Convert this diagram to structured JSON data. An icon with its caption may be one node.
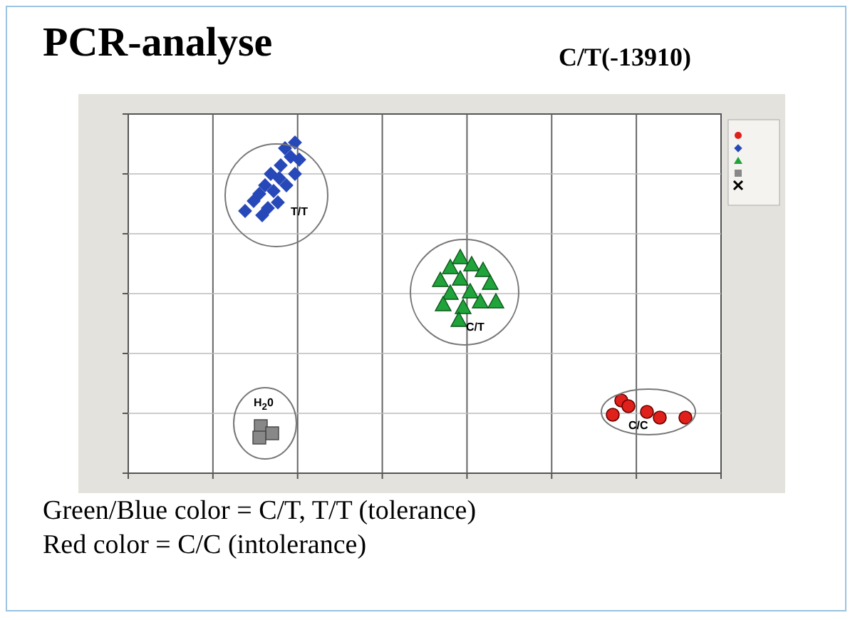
{
  "diagram": {
    "title": "PCR-analyse",
    "nodes": [
      {
        "text": [
          "T/T"
        ]
      },
      {
        "text": [
          "C/T"
        ]
      },
      {
        "text": [
          "C/C"
        ]
      },
      {
        "text": [
          "H$_{2}$0"
        ]
      }
    ],
    "labels": [
      "C/T(-13910)",
      "Green/Blue color = C/T, T/T (tolerance)",
      "Red color = C/C (intolerance)"
    ]
  }
}
